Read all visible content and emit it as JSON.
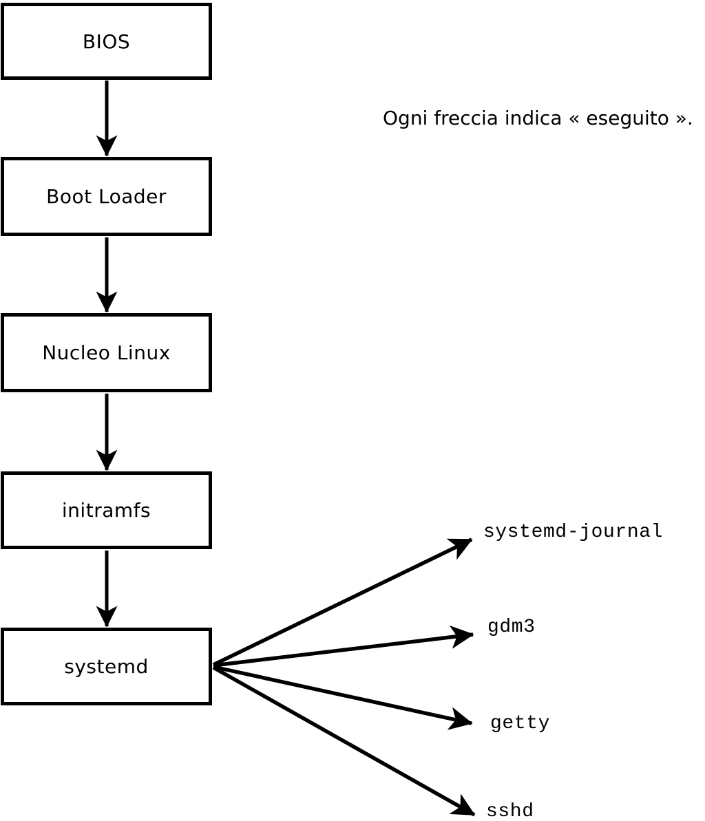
{
  "caption": "Ogni freccia indica « eseguito ».",
  "chain": [
    {
      "id": "bios",
      "label": "BIOS"
    },
    {
      "id": "boot-loader",
      "label": "Boot Loader"
    },
    {
      "id": "nucleo-linux",
      "label": "Nucleo Linux"
    },
    {
      "id": "initramfs",
      "label": "initramfs"
    },
    {
      "id": "systemd",
      "label": "systemd"
    }
  ],
  "services": [
    {
      "id": "systemd-journal",
      "label": "systemd-journal"
    },
    {
      "id": "gdm3",
      "label": "gdm3"
    },
    {
      "id": "getty",
      "label": "getty"
    },
    {
      "id": "sshd",
      "label": "sshd"
    }
  ],
  "arrow_meaning": "eseguito",
  "colors": {
    "line": "#000000",
    "background": "#ffffff",
    "text": "#000000"
  }
}
